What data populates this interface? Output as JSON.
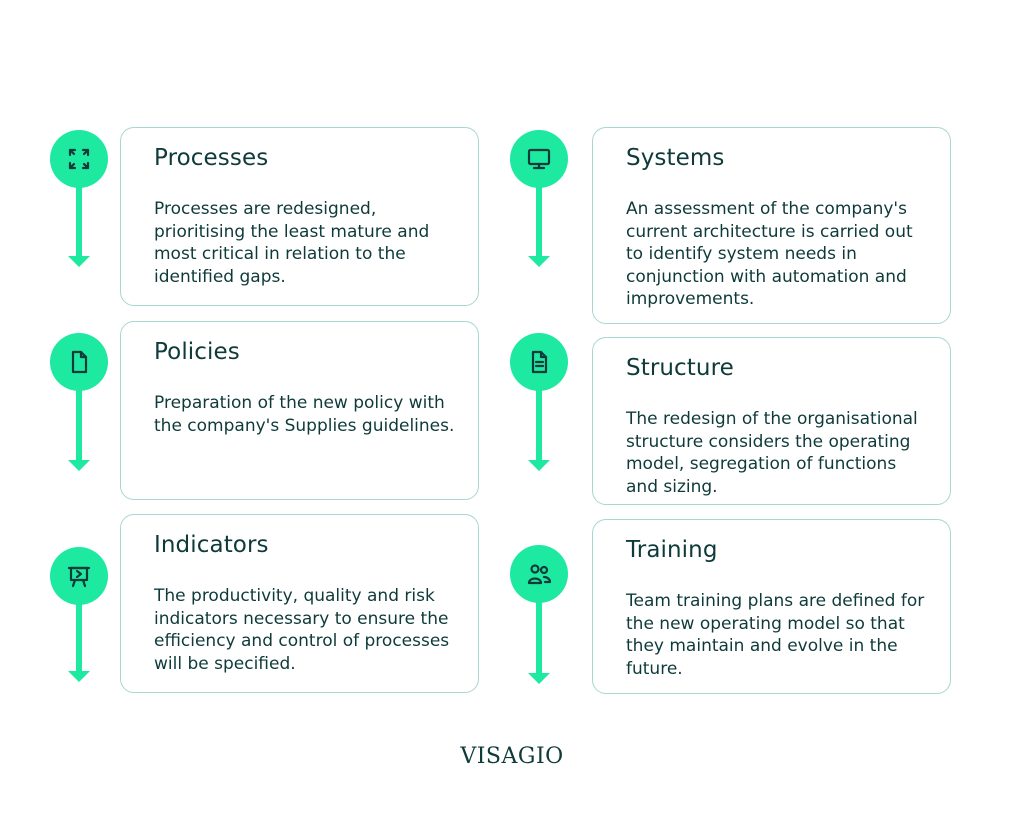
{
  "items": [
    {
      "title": "Processes",
      "text": "Processes are redesigned, prioritising the least mature and most critical in relation to the identified gaps.",
      "icon": "cycle-arrows-icon"
    },
    {
      "title": "Systems",
      "text": "An assessment of the company's current architecture is carried out to identify system needs in conjunction with automation and improvements.",
      "icon": "monitor-icon"
    },
    {
      "title": "Policies",
      "text": "Preparation of the new policy with the company's Supplies guidelines.",
      "icon": "document-icon"
    },
    {
      "title": "Structure",
      "text": "The redesign of the organisational structure considers the operating model, segregation of functions and sizing.",
      "icon": "document-lines-icon"
    },
    {
      "title": "Indicators",
      "text": "The productivity, quality and risk indicators necessary to ensure the efficiency and control of processes will be specified.",
      "icon": "presentation-board-icon"
    },
    {
      "title": "Training",
      "text": "Team training plans are defined for the new operating model so that they maintain and evolve in the future.",
      "icon": "users-icon"
    }
  ],
  "logo": "VISAGIO",
  "colors": {
    "accent": "#1de9a0",
    "text": "#0f3a3a",
    "card_border": "#a9d6d1"
  }
}
